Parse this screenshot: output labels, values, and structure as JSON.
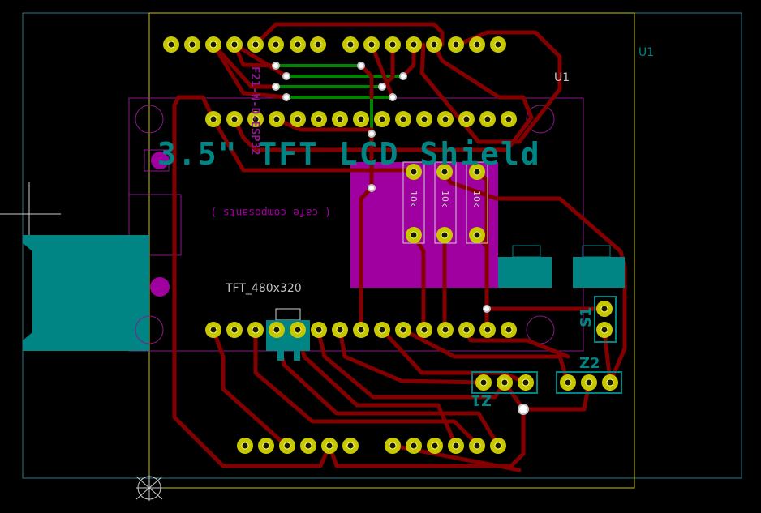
{
  "board": {
    "title": "3.5\" TFT LCD Shield",
    "subtitle": "( cafe composants )",
    "tft_label": "TFT_480x320",
    "vertical_ref": "F21-W-D-ESP32",
    "u1_label_a": "U1",
    "u1_label_b": "U1",
    "s1_label": "S1",
    "z1_label": "Z1",
    "z2_label": "Z2",
    "resistor_values": [
      "10k",
      "10k",
      "10k"
    ]
  },
  "colors": {
    "background": "#000000",
    "track": "#840000",
    "track_bottom": "#008400",
    "pad": "#c8c800",
    "drill": "#ffffff",
    "courtyard": "#008484",
    "silk": "#c800c8",
    "edge": "#c2c200",
    "module_fill": "#008484",
    "ref_text": "#c2c2c2"
  }
}
